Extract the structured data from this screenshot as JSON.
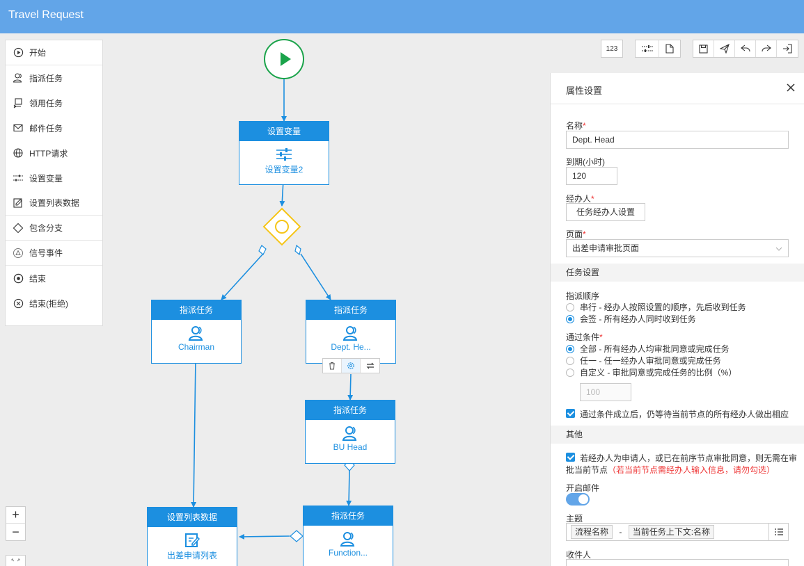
{
  "app": {
    "title": "Travel Request"
  },
  "palette": {
    "items": [
      {
        "label": "开始",
        "icon": "play-circle-icon"
      },
      {
        "label": "指派任务",
        "icon": "users-icon"
      },
      {
        "label": "领用任务",
        "icon": "claim-task-icon"
      },
      {
        "label": "邮件任务",
        "icon": "mail-icon"
      },
      {
        "label": "HTTP请求",
        "icon": "globe-icon"
      },
      {
        "label": "设置变量",
        "icon": "sliders-icon"
      },
      {
        "label": "设置列表数据",
        "icon": "edit-list-icon"
      },
      {
        "label": "包含分支",
        "icon": "diamond-icon"
      },
      {
        "label": "信号事件",
        "icon": "signal-icon"
      },
      {
        "label": "结束",
        "icon": "stop-circle-icon"
      },
      {
        "label": "结束(拒绝)",
        "icon": "close-circle-icon"
      }
    ]
  },
  "toolbar": {
    "counter_label": "123"
  },
  "nodes": {
    "set_var": {
      "header": "设置变量",
      "label": "设置变量2"
    },
    "assign_chairman": {
      "header": "指派任务",
      "label": "Chairman"
    },
    "assign_dept": {
      "header": "指派任务",
      "label": "Dept. He..."
    },
    "assign_bu": {
      "header": "指派任务",
      "label": "BU Head"
    },
    "set_list": {
      "header": "设置列表数据",
      "label": "出差申请列表"
    },
    "assign_function": {
      "header": "指派任务",
      "label": "Function..."
    }
  },
  "zoom": {
    "in": "+",
    "out": "−"
  },
  "panel": {
    "title": "属性设置",
    "name_label": "名称",
    "name_value": "Dept. Head",
    "due_label": "到期(小时)",
    "due_value": "120",
    "assignee_label": "经办人",
    "assignee_button": "任务经办人设置",
    "page_label": "页面",
    "page_value": "出差申请审批页面",
    "task_section": "任务设置",
    "order_label": "指派顺序",
    "order_serial": "串行 - 经办人按照设置的顺序，先后收到任务",
    "order_parallel": "会签 - 所有经办人同时收到任务",
    "pass_label": "通过条件",
    "pass_all": "全部 - 所有经办人均审批同意或完成任务",
    "pass_any": "任一 - 任一经办人审批同意或完成任务",
    "pass_custom": "自定义 - 审批同意或完成任务的比例（%）",
    "ratio_placeholder": "100",
    "wait_text": "通过条件成立后，仍等待当前节点的所有经办人做出相应",
    "other_section": "其他",
    "skip_text_1": "若经办人为申请人，或已在前序节点审批同意，则无需在审",
    "skip_text_2": "批当前节点",
    "skip_warn": "（若当前节点需经办人输入信息，请勿勾选）",
    "mail_label": "开启邮件",
    "subject_label": "主题",
    "subject_tag1": "流程名称",
    "subject_sep": "-",
    "subject_tag2": "当前任务上下文:名称",
    "recipient_label": "收件人"
  }
}
